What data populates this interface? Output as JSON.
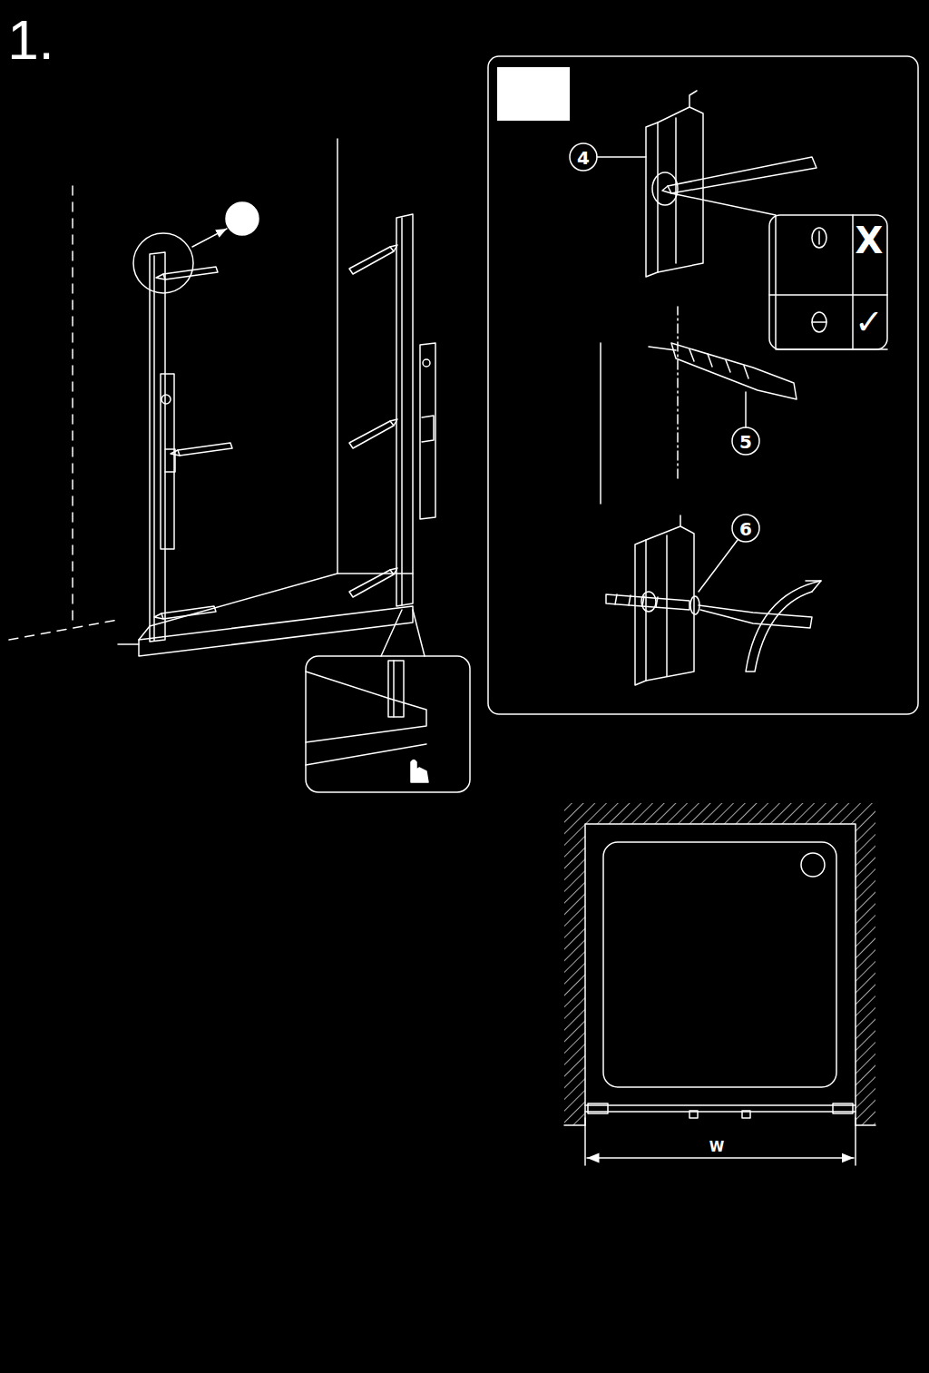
{
  "diagram": {
    "title": "1.",
    "labels": [
      "4",
      "5",
      "6",
      "X",
      "✓",
      "W"
    ]
  }
}
